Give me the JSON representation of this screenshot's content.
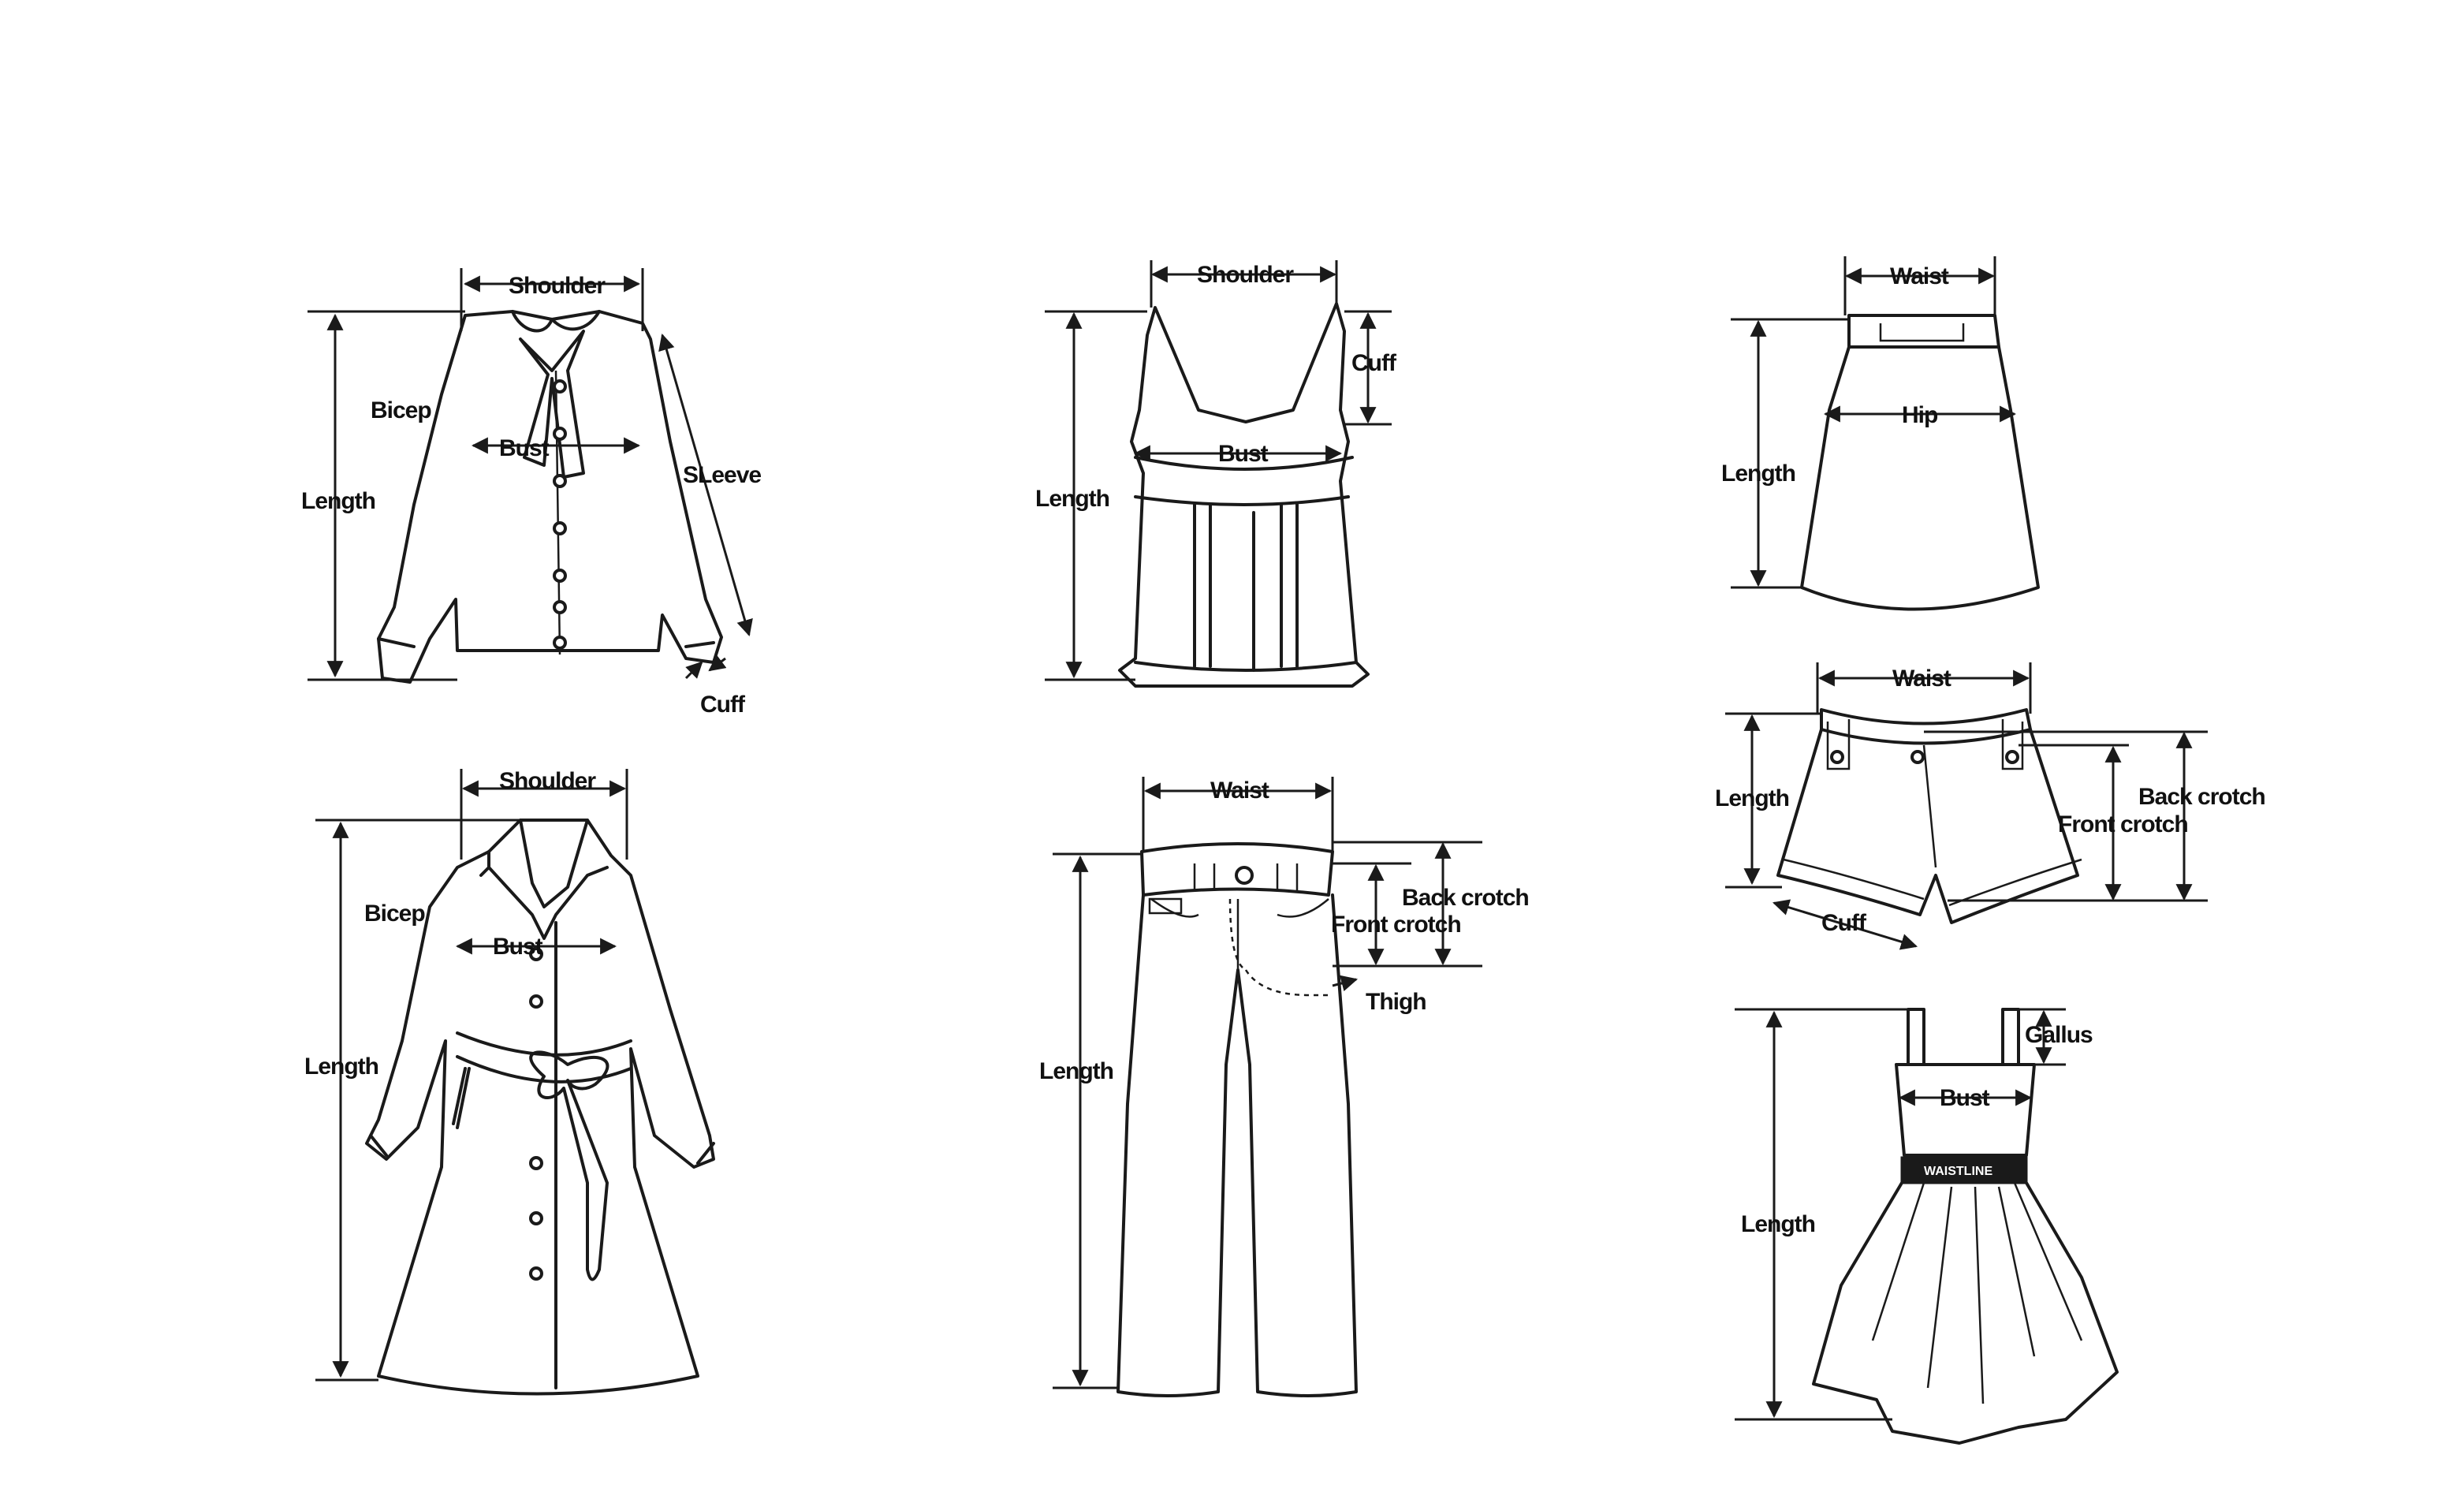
{
  "labels": {
    "shirt": {
      "shoulder": "Shoulder",
      "bicep": "Bicep",
      "bust": "Bust",
      "length": "Length",
      "sleeve": "SLeeve",
      "cuff": "Cuff"
    },
    "tank": {
      "shoulder": "Shoulder",
      "cuff": "Cuff",
      "bust": "Bust",
      "length": "Length"
    },
    "skirt": {
      "waist": "Waist",
      "hip": "Hip",
      "length": "Length"
    },
    "coat": {
      "shoulder": "Shoulder",
      "bicep": "Bicep",
      "bust": "Bust",
      "length": "Length"
    },
    "pants": {
      "waist": "Waist",
      "back_crotch": "Back crotch",
      "front_crotch": "Front crotch",
      "thigh": "Thigh",
      "length": "Length"
    },
    "shorts": {
      "waist": "Waist",
      "length": "Length",
      "back_crotch": "Back crotch",
      "front_crotch": "Front crotch",
      "cuff": "Cuff"
    },
    "dress": {
      "gallus": "Gallus",
      "bust": "Bust",
      "waistline": "WAISTLINE",
      "length": "Length"
    }
  }
}
